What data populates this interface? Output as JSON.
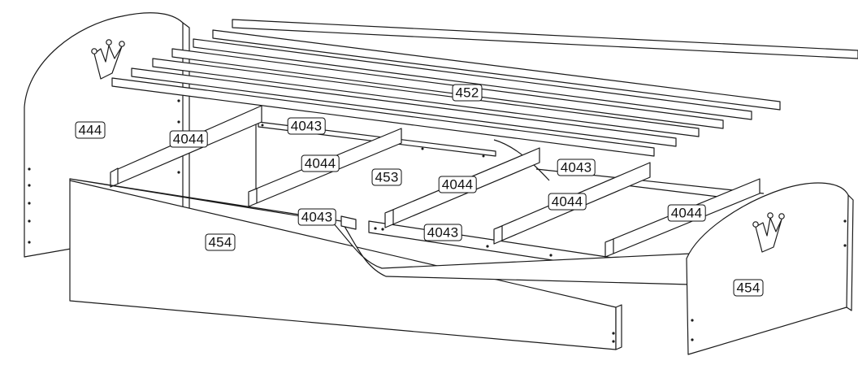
{
  "labels": {
    "headboard": "444",
    "slats": "452",
    "slat_frame": "453",
    "side_panel": "454",
    "footboard": "454",
    "rail_back": "4043",
    "rail_mid_right": "4043",
    "rail_front_left": "4043",
    "rail_front_right": "4043",
    "cross_1": "4044",
    "cross_2": "4044",
    "cross_3": "4044",
    "cross_4": "4044",
    "cross_5": "4044"
  },
  "colors": {
    "line": "#1a1a1a",
    "panel": "#ffffff",
    "slat": "#ffffff"
  },
  "icons": {
    "headboard_emblem": "crown-icon",
    "footboard_emblem": "crown-icon"
  }
}
